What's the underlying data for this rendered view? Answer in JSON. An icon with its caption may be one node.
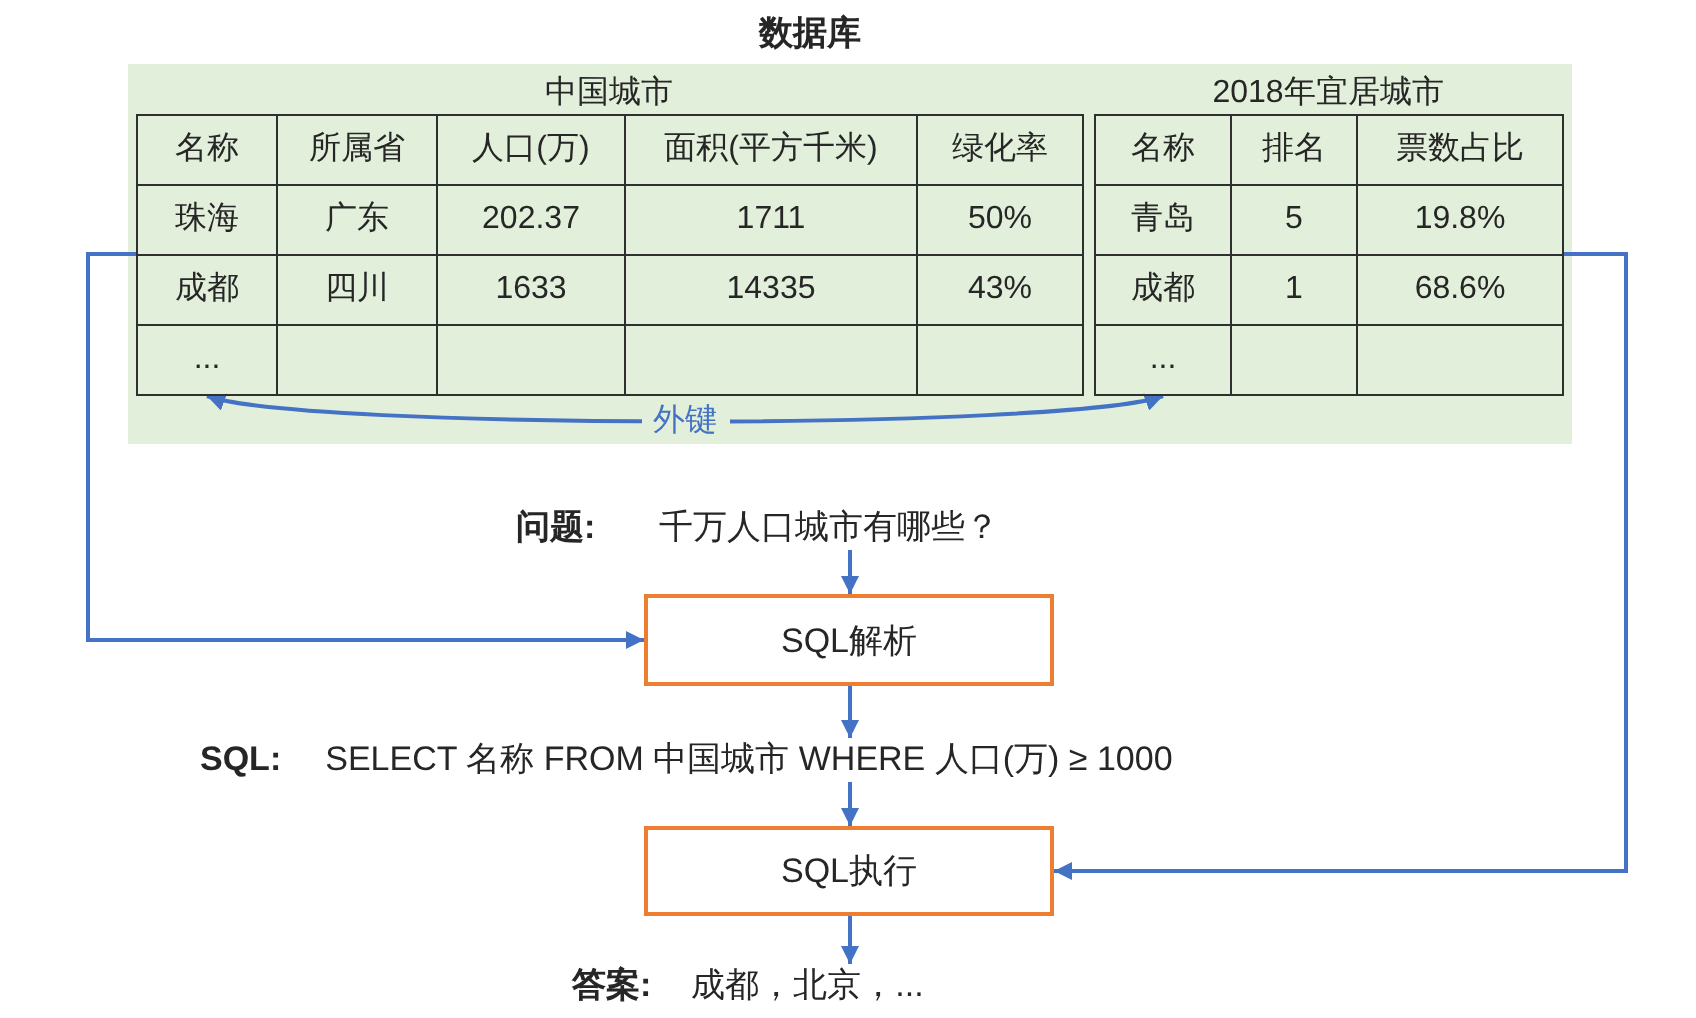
{
  "diagram": {
    "nodes": [
      {
        "text": [
          "数据库"
        ]
      },
      {
        "text": [
          "中国城市"
        ],
        "in": 0
      },
      {
        "text": [
          "2018年宜居城市"
        ],
        "in": 0
      },
      {
        "text": [
          "问题:",
          "千万人口城市有哪些？"
        ]
      },
      {
        "text": [
          "SQL解析"
        ]
      },
      {
        "text": [
          "SQL:",
          "SELECT 名称 FROM 中国城市 WHERE 人口(万) ≥ 1000"
        ]
      },
      {
        "text": [
          "SQL执行"
        ]
      },
      {
        "text": [
          "答案:",
          "成都，北京，..."
        ]
      }
    ],
    "edges": [
      {
        "from": 1,
        "to": 2,
        "arrow": "both",
        "label": "外键"
      },
      {
        "from": 1,
        "to": 4,
        "arrow": "to"
      },
      {
        "from": 2,
        "to": 6,
        "arrow": "to"
      },
      {
        "from": 3,
        "to": 4,
        "arrow": "to"
      },
      {
        "from": 4,
        "to": 5,
        "arrow": "to"
      },
      {
        "from": 5,
        "to": 6,
        "arrow": "to"
      },
      {
        "from": 6,
        "to": 7,
        "arrow": "to"
      }
    ],
    "labels": [
      "名称",
      "所属省",
      "人口(万)",
      "面积(平方千米)",
      "绿化率",
      "珠海",
      "广东",
      "202.37",
      "1711",
      "50%",
      "成都",
      "四川",
      "1633",
      "14335",
      "43%",
      "...",
      "名称",
      "排名",
      "票数占比",
      "青岛",
      "5",
      "19.8%",
      "成都",
      "1",
      "68.6%",
      "..."
    ]
  }
}
